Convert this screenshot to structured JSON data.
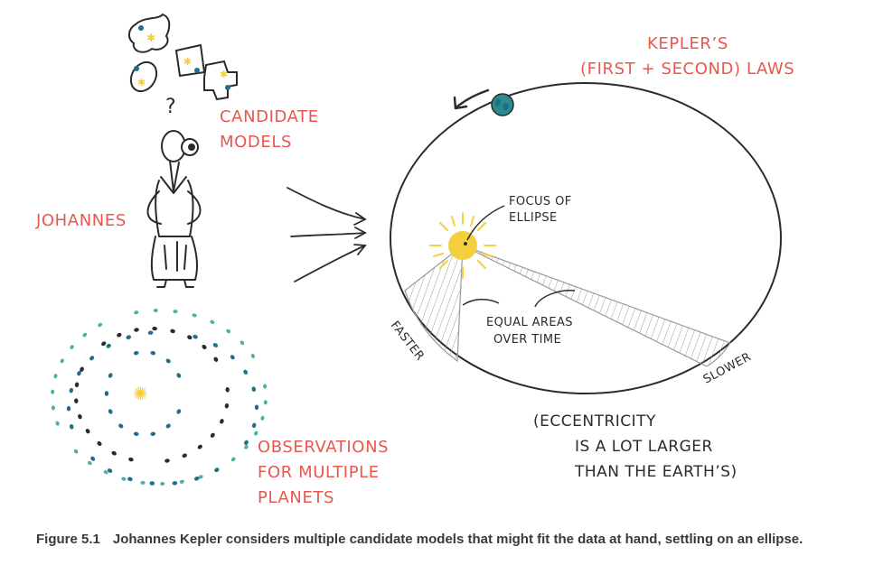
{
  "labels": {
    "candidate_models": [
      "CANDIDATE",
      "MODELS"
    ],
    "johannes": "JOHANNES",
    "observations": [
      "OBSERVATIONS",
      "FOR MULTIPLE",
      "PLANETS"
    ],
    "laws_title": [
      "KEPLER’S",
      "(FIRST + SECOND) LAWS"
    ],
    "focus": [
      "FOCUS OF",
      "ELLIPSE"
    ],
    "equal_areas": [
      "EQUAL AREAS",
      "OVER TIME"
    ],
    "faster": "FASTER",
    "slower": "SLOWER",
    "eccentricity": [
      "(ECCENTRICITY",
      "IS A LOT LARGER",
      "THAN THE EARTH’S)"
    ],
    "question_mark": "?"
  },
  "caption": {
    "figure": "Figure 5.1",
    "text": "Johannes Kepler considers multiple candidate models that might fit the data at hand, settling on an ellipse."
  },
  "colors": {
    "accent_red": "#e8574e",
    "ink": "#2b2b2b",
    "sun_yellow": "#f4d03f",
    "planet_teal": "#2a8c8c",
    "dot_teal": "#4bb3a4",
    "dot_blue": "#1f6f8b"
  }
}
